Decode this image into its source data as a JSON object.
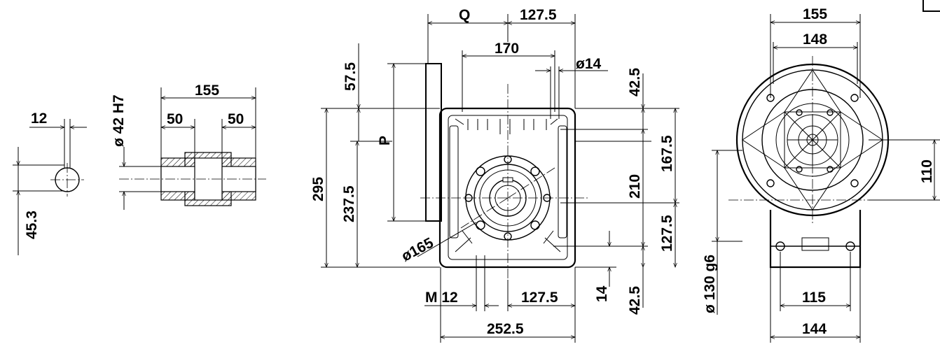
{
  "drawing": {
    "shaft_key": {
      "key_width": "12",
      "key_height": "45.3"
    },
    "hollow_shaft": {
      "bore": "ø 42 H7",
      "length": "155",
      "left_depth": "50",
      "right_depth": "50"
    },
    "front_view": {
      "flange_offset": "Q",
      "flange_half_width": "127.5",
      "bolt_spacing": "170",
      "hole_dia": "ø14",
      "top_offset": "57.5",
      "flange_label": "P",
      "total_height": "295",
      "center_height": "237.5",
      "pcd": "ø165",
      "thread": "M 12",
      "base_half_width": "127.5",
      "base_width": "252.5",
      "right_top": "42.5",
      "right_upper": "167.5",
      "right_center": "210",
      "right_lower": "127.5",
      "foot_height": "14",
      "right_bottom": "42.5"
    },
    "side_view": {
      "outer_width": "155",
      "inner_width": "148",
      "shaft_height": "110",
      "spigot": "ø 130 g6",
      "foot_holes": "115",
      "foot_width": "144"
    }
  }
}
